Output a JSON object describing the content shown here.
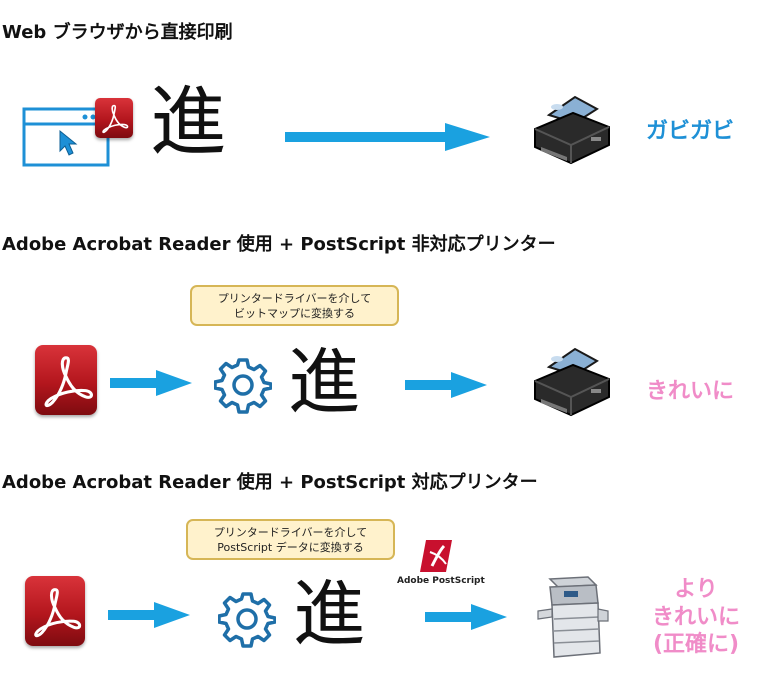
{
  "sections": [
    {
      "heading": "Web ブラウザから直接印刷",
      "character": "進",
      "result": "ガビガビ",
      "result_color": "#1e90d6"
    },
    {
      "heading": "Adobe Acrobat Reader 使用 + PostScript 非対応プリンター",
      "note_line1": "プリンタードライバーを介して",
      "note_line2": "ビットマップに変換する",
      "character": "進",
      "result": "きれいに",
      "result_color": "#f08cc8"
    },
    {
      "heading": "Adobe Acrobat Reader 使用 + PostScript 対応プリンター",
      "note_line1": "プリンタードライバーを介して",
      "note_line2": "PostScript データに変換する",
      "character": "進",
      "postscript_logo_text": "Adobe PostScript",
      "result_line1": "より",
      "result_line2": "きれいに",
      "result_line3": "(正確に)",
      "result_color": "#f08cc8"
    }
  ],
  "colors": {
    "arrow": "#1aa1e0",
    "note_fill": "#fff2cc",
    "note_border": "#d6b656",
    "gear": "#1f6fa8"
  },
  "icons": [
    "browser-window-icon",
    "acrobat-icon",
    "printer-icon",
    "gear-icon",
    "postscript-logo-icon",
    "copier-icon",
    "arrow-icon"
  ]
}
